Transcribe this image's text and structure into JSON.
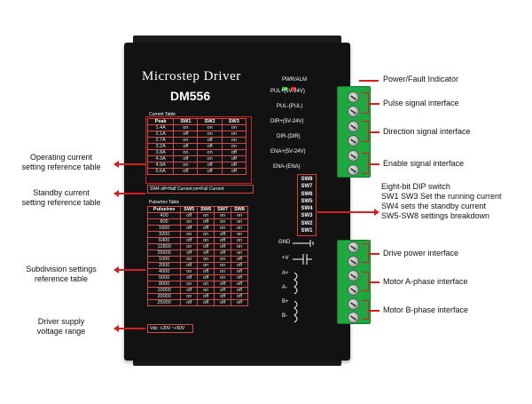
{
  "device": {
    "title": "Microstep Driver",
    "model": "DM556"
  },
  "current_table": {
    "caption": "Current Table",
    "headers": [
      "Peak",
      "SW1",
      "SW2",
      "SW3"
    ],
    "rows": [
      [
        "1.4A",
        "on",
        "on",
        "on"
      ],
      [
        "2.1A",
        "off",
        "on",
        "on"
      ],
      [
        "2.7A",
        "on",
        "off",
        "on"
      ],
      [
        "3.2A",
        "off",
        "off",
        "on"
      ],
      [
        "3.8A",
        "on",
        "on",
        "off"
      ],
      [
        "4.3A",
        "off",
        "on",
        "off"
      ],
      [
        "4.9A",
        "on",
        "off",
        "off"
      ],
      [
        "5.6A",
        "off",
        "off",
        "off"
      ]
    ],
    "note": "SW4 off=Half Current;on=Full Current"
  },
  "pulse_table": {
    "caption": "Pulse/rev Table",
    "headers": [
      "Pulse/rev",
      "SW5",
      "SW6",
      "SW7",
      "SW8"
    ],
    "rows": [
      [
        "400",
        "off",
        "on",
        "on",
        "on"
      ],
      [
        "800",
        "on",
        "off",
        "on",
        "on"
      ],
      [
        "1600",
        "off",
        "off",
        "on",
        "on"
      ],
      [
        "3200",
        "on",
        "on",
        "off",
        "on"
      ],
      [
        "6400",
        "off",
        "on",
        "off",
        "on"
      ],
      [
        "12800",
        "on",
        "off",
        "off",
        "on"
      ],
      [
        "25600",
        "off",
        "off",
        "off",
        "on"
      ],
      [
        "1000",
        "on",
        "on",
        "on",
        "off"
      ],
      [
        "2000",
        "off",
        "on",
        "on",
        "off"
      ],
      [
        "4000",
        "on",
        "off",
        "on",
        "off"
      ],
      [
        "5000",
        "off",
        "off",
        "on",
        "off"
      ],
      [
        "8000",
        "on",
        "on",
        "off",
        "off"
      ],
      [
        "10000",
        "off",
        "on",
        "off",
        "off"
      ],
      [
        "20000",
        "on",
        "off",
        "off",
        "off"
      ],
      [
        "25000",
        "off",
        "off",
        "off",
        "off"
      ]
    ],
    "voltage": "Vdc: +20V ~+50V"
  },
  "terminal_labels": {
    "pwr": "PWR/ALM",
    "pul_plus": "PUL+(5V-24V)",
    "pul_minus": "PUL-(PUL)",
    "dir_plus": "DIR+(5V-24V)",
    "dir_minus": "DIR-(DIR)",
    "ena_plus": "ENA+(5V-24V)",
    "ena_minus": "ENA-(ENA)",
    "gnd": "GND",
    "vplus": "+V",
    "aplus": "A+",
    "aminus": "A-",
    "bplus": "B+",
    "bminus": "B-"
  },
  "dip_switches": [
    "SW8",
    "SW7",
    "SW6",
    "SW5",
    "SW4",
    "SW3",
    "SW2",
    "SW1"
  ],
  "callouts": {
    "left": {
      "operating_1": "Operating current",
      "operating_2": "setting reference table",
      "standby_1": "Standby current",
      "standby_2": "setting reference table",
      "subdivision_1": "Subdivision settings",
      "subdivision_2": "reference table",
      "supply_1": "Driver supply",
      "supply_2": "voltage range"
    },
    "right": {
      "power_fault": "Power/Fault Indicator",
      "pulse": "Pulse signal interface",
      "direction": "Direction signal interface",
      "enable": "Enable signal interface",
      "dip_1": "Eight-bit DIP switch",
      "dip_2": "SW1 SW3 Set the running current",
      "dip_3": "SW4 sets the standby current",
      "dip_4": "SW5-SW8 settings breakdown",
      "drive_power": "Drive power interface",
      "motor_a": "Motor A-phase interface",
      "motor_b": "Motor B-phase interface"
    }
  },
  "colors": {
    "accent": "#d91e1e",
    "terminal_green": "#1ea840",
    "housing": "#121212",
    "led_green": "#2ecc40",
    "led_red": "#e02020"
  }
}
